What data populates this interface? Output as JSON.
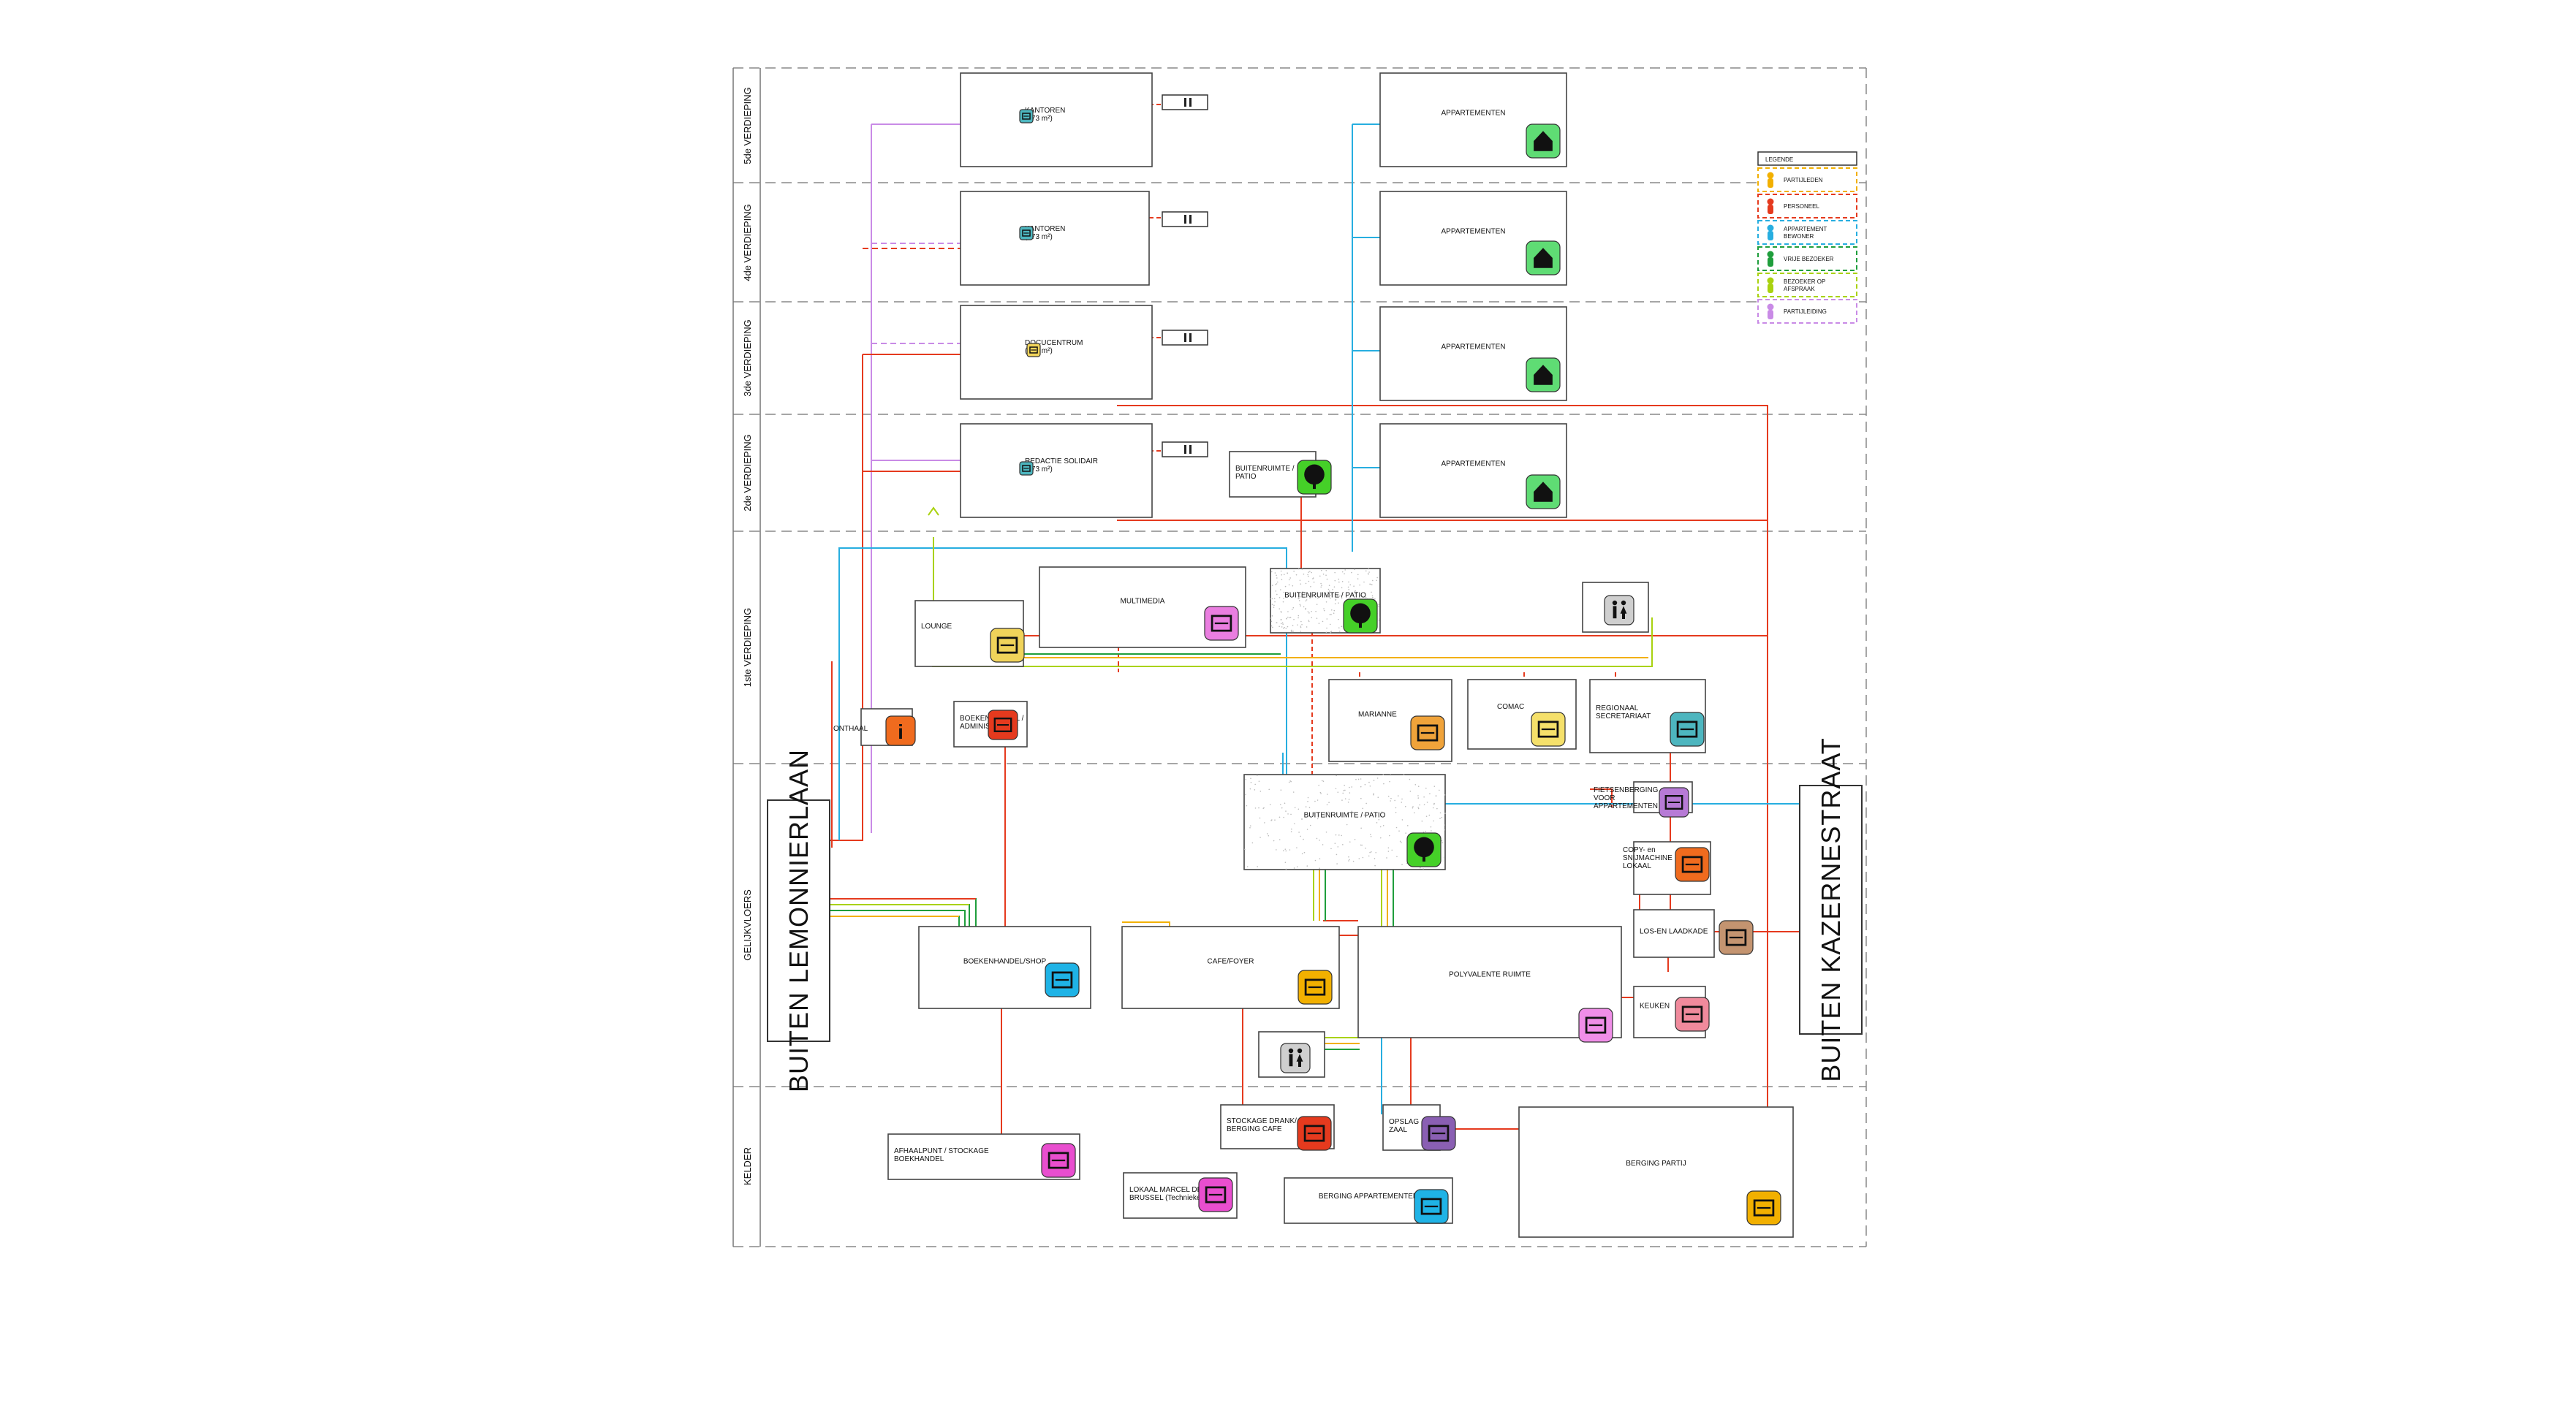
{
  "floors": [
    {
      "id": "f5",
      "label": "5de VERDIEPING"
    },
    {
      "id": "f4",
      "label": "4de VERDIEPING"
    },
    {
      "id": "f3",
      "label": "3de VERDIEPING"
    },
    {
      "id": "f2",
      "label": "2de VERDIEPING"
    },
    {
      "id": "f1",
      "label": "1ste VERDIEPING"
    },
    {
      "id": "f0",
      "label": "GELIJKVLOERS"
    },
    {
      "id": "fk",
      "label": "KELDER"
    }
  ],
  "streets": {
    "left": "BUITEN LEMONNIERLAAN",
    "right": "BUITEN KAZERNESTRAAT"
  },
  "rooms": [
    {
      "id": "kantoren5",
      "l1": "KANTOREN",
      "l2": "(273 m²)"
    },
    {
      "id": "app5",
      "l1": "APPARTEMENTEN",
      "l2": ""
    },
    {
      "id": "kantoren4",
      "l1": "KANTOREN",
      "l2": "(273 m²)"
    },
    {
      "id": "app4",
      "l1": "APPARTEMENTEN",
      "l2": ""
    },
    {
      "id": "docu3",
      "l1": "DOCUCENTRUM",
      "l2": "(273 m²)"
    },
    {
      "id": "app3",
      "l1": "APPARTEMENTEN",
      "l2": ""
    },
    {
      "id": "redactie2",
      "l1": "REDACTIE SOLIDAIR",
      "l2": "(273 m²)"
    },
    {
      "id": "patio2",
      "l1": "BUITENRUIMTE /",
      "l2": "PATIO"
    },
    {
      "id": "app2",
      "l1": "APPARTEMENTEN",
      "l2": ""
    },
    {
      "id": "lounge",
      "l1": "LOUNGE",
      "l2": ""
    },
    {
      "id": "multimedia",
      "l1": "MULTIMEDIA",
      "l2": ""
    },
    {
      "id": "patio1",
      "l1": "BUITENRUIMTE / PATIO",
      "l2": ""
    },
    {
      "id": "wc1",
      "l1": "",
      "l2": ""
    },
    {
      "id": "marianne",
      "l1": "MARIANNE",
      "l2": ""
    },
    {
      "id": "comac",
      "l1": "COMAC",
      "l2": ""
    },
    {
      "id": "regionaal",
      "l1": "REGIONAAL",
      "l2": "SECRETARIAAT"
    },
    {
      "id": "onthaal",
      "l1": "ONTHAAL",
      "l2": ""
    },
    {
      "id": "boekadmin",
      "l1": "BOEKENHANDEL /",
      "l2": "ADMINISTRATIE"
    },
    {
      "id": "patio0",
      "l1": "BUITENRUIMTE / PATIO",
      "l2": ""
    },
    {
      "id": "fiets",
      "l1": "FIETSENBERGING",
      "l2": "VOOR",
      "l3": "APPARTEMENTEN"
    },
    {
      "id": "copy",
      "l1": "COPY- en",
      "l2": "SNIJMACHINE",
      "l3": "LOKAAL"
    },
    {
      "id": "los",
      "l1": "LOS-EN LAADKADE",
      "l2": ""
    },
    {
      "id": "boekshop",
      "l1": "BOEKENHANDEL/SHOP",
      "l2": ""
    },
    {
      "id": "cafe",
      "l1": "CAFE/FOYER",
      "l2": ""
    },
    {
      "id": "poly",
      "l1": "POLYVALENTE RUIMTE",
      "l2": ""
    },
    {
      "id": "keuken",
      "l1": "KEUKEN",
      "l2": ""
    },
    {
      "id": "wc0",
      "l1": "",
      "l2": ""
    },
    {
      "id": "afhaal",
      "l1": "AFHAALPUNT / STOCKAGE",
      "l2": "BOEKHANDEL"
    },
    {
      "id": "stockdrank",
      "l1": "STOCKAGE DRANK/",
      "l2": "BERGING CAFE"
    },
    {
      "id": "opslag",
      "l1": "OPSLAG",
      "l2": "ZAAL"
    },
    {
      "id": "bergingpartij",
      "l1": "BERGING PARTIJ",
      "l2": ""
    },
    {
      "id": "marcel",
      "l1": "LOKAAL MARCEL DE",
      "l2": "BRUSSEL (Technieker)"
    },
    {
      "id": "bergingapp",
      "l1": "BERGING APPARTEMENTEN",
      "l2": ""
    }
  ],
  "legend": {
    "title": "LEGENDE",
    "items": [
      {
        "label": "PARTIJLEDEN",
        "color": "#f2b000"
      },
      {
        "label": "PERSONEEL",
        "color": "#e53a1e"
      },
      {
        "label": "APPARTEMENT BEWONER",
        "color": "#27aee0"
      },
      {
        "label": "VRIJE BEZOEKER",
        "color": "#1f9e3c"
      },
      {
        "label": "BEZOEKER OP AFSPRAAK",
        "color": "#a9d20f"
      },
      {
        "label": "PARTIJLEIDING",
        "color": "#c98be6"
      }
    ]
  },
  "icons": [
    {
      "room": "kantoren5",
      "name": "office-icon",
      "color": "#4db6bf"
    },
    {
      "room": "app5",
      "name": "house-icon",
      "color": "#5fdc74"
    },
    {
      "room": "kantoren4",
      "name": "office-icon",
      "color": "#4db6bf"
    },
    {
      "room": "app4",
      "name": "house-icon",
      "color": "#5fdc74"
    },
    {
      "room": "docu3",
      "name": "archive-icon",
      "color": "#f0d35a"
    },
    {
      "room": "app3",
      "name": "house-icon",
      "color": "#5fdc74"
    },
    {
      "room": "redactie2",
      "name": "office-icon",
      "color": "#4db6bf"
    },
    {
      "room": "patio2",
      "name": "tree-icon",
      "color": "#45d028"
    },
    {
      "room": "app2",
      "name": "house-icon",
      "color": "#5fdc74"
    },
    {
      "room": "lounge",
      "name": "lounge-chair-icon",
      "color": "#f0d35a"
    },
    {
      "room": "multimedia",
      "name": "film-reel-icon",
      "color": "#ea7ee0"
    },
    {
      "room": "patio1",
      "name": "tree-icon",
      "color": "#45d028"
    },
    {
      "room": "wc1",
      "name": "toilet-icon",
      "color": "#cfcfcf"
    },
    {
      "room": "marianne",
      "name": "marianne-icon",
      "color": "#f0a33a"
    },
    {
      "room": "comac",
      "name": "comac-icon",
      "color": "#f5e06a"
    },
    {
      "room": "regionaal",
      "name": "computer-icon",
      "color": "#4db6bf"
    },
    {
      "room": "onthaal",
      "name": "info-icon",
      "color": "#f06b1e"
    },
    {
      "room": "boekadmin",
      "name": "office-icon",
      "color": "#e53a1e"
    },
    {
      "room": "patio0",
      "name": "tree-icon",
      "color": "#45d028"
    },
    {
      "room": "fiets",
      "name": "bicycle-icon",
      "color": "#b77ad6"
    },
    {
      "room": "copy",
      "name": "copier-icon",
      "color": "#f06b1e"
    },
    {
      "room": "los",
      "name": "truck-icon",
      "color": "#c49470"
    },
    {
      "room": "boekshop",
      "name": "books-icon",
      "color": "#1fb3e6"
    },
    {
      "room": "cafe",
      "name": "coffee-icon",
      "color": "#f2b000"
    },
    {
      "room": "poly",
      "name": "theatre-masks-icon",
      "color": "#f08ee8"
    },
    {
      "room": "keuken",
      "name": "cutlery-icon",
      "color": "#f08a9c"
    },
    {
      "room": "wc0",
      "name": "toilet-icon",
      "color": "#cfcfcf"
    },
    {
      "room": "afhaal",
      "name": "books-stack-icon",
      "color": "#e94ecf"
    },
    {
      "room": "stockdrank",
      "name": "bottles-icon",
      "color": "#e53a1e"
    },
    {
      "room": "opslag",
      "name": "boxes-icon",
      "color": "#8a5fb3"
    },
    {
      "room": "bergingpartij",
      "name": "boxes-icon",
      "color": "#f2b000"
    },
    {
      "room": "marcel",
      "name": "computer-icon",
      "color": "#e94ecf"
    },
    {
      "room": "bergingapp",
      "name": "boxes-icon",
      "color": "#1fb3e6"
    }
  ]
}
